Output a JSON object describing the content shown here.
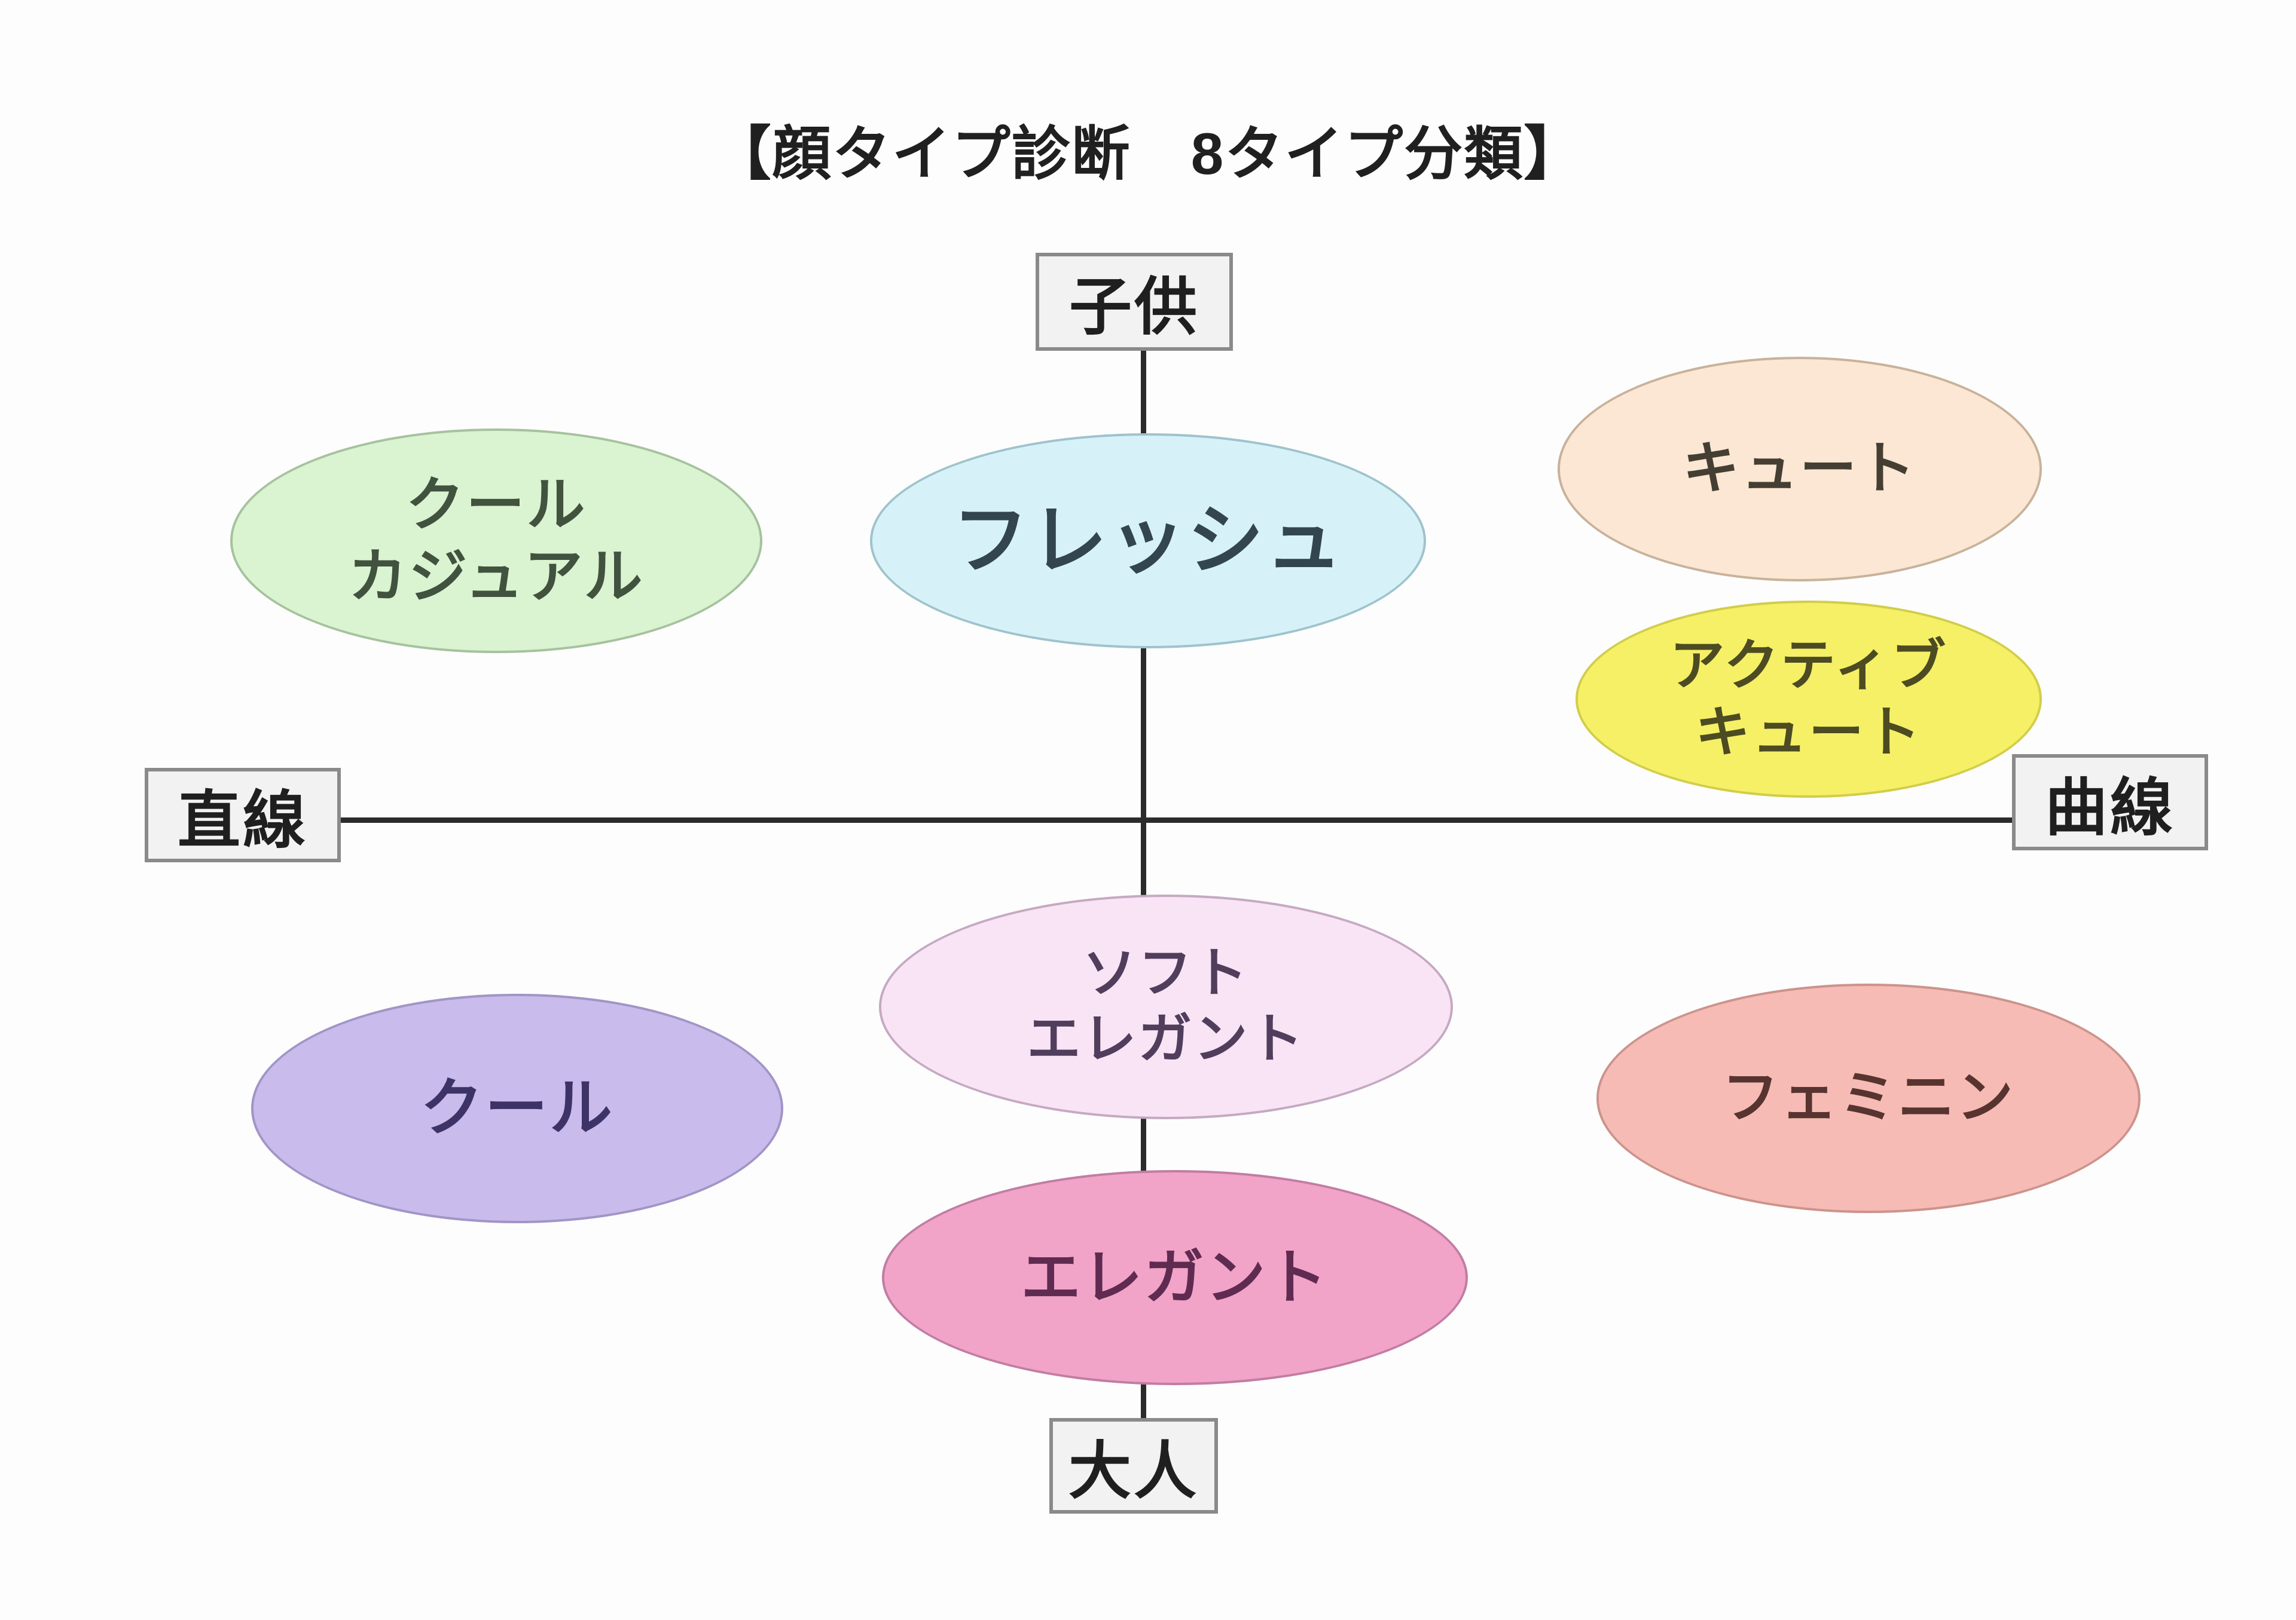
{
  "title": "【顔タイプ診断　8タイプ分類】",
  "title_color": "#202020",
  "axes": {
    "top": "子供",
    "bottom": "大人",
    "left": "直線",
    "right": "曲線",
    "line_color": "#2b2b2b",
    "box_fill": "#f2f2f2",
    "box_border": "#8a8a8a",
    "box_text_color": "#1f1f1f"
  },
  "ellipses": {
    "cool_casual": {
      "label": "クール\nカジュアル",
      "fill": "#daf3d0",
      "border": "#a6c29e",
      "text_color": "#41523f"
    },
    "fresh": {
      "label": "フレッシュ",
      "fill": "#d6f2f8",
      "border": "#9fc3cc",
      "text_color": "#33454f"
    },
    "cute": {
      "label": "キュート",
      "fill": "#fbe7d3",
      "border": "#c8b29b",
      "text_color": "#453f33"
    },
    "active_cute": {
      "label": "アクティブ\nキュート",
      "fill": "#f5f066",
      "border": "#d2cd4b",
      "text_color": "#4c4b22"
    },
    "cool": {
      "label": "クール",
      "fill": "#c9bbec",
      "border": "#a195c6",
      "text_color": "#3e3366"
    },
    "soft_elegant": {
      "label": "ソフト\nエレガント",
      "fill": "#f8e4f5",
      "border": "#c5a9c2",
      "text_color": "#503e5c"
    },
    "elegant": {
      "label": "エレガント",
      "fill": "#f2a3c8",
      "border": "#c17da3",
      "text_color": "#5f2b51"
    },
    "feminine": {
      "label": "フェミニン",
      "fill": "#f6bbb4",
      "border": "#cc938d",
      "text_color": "#573430"
    }
  }
}
